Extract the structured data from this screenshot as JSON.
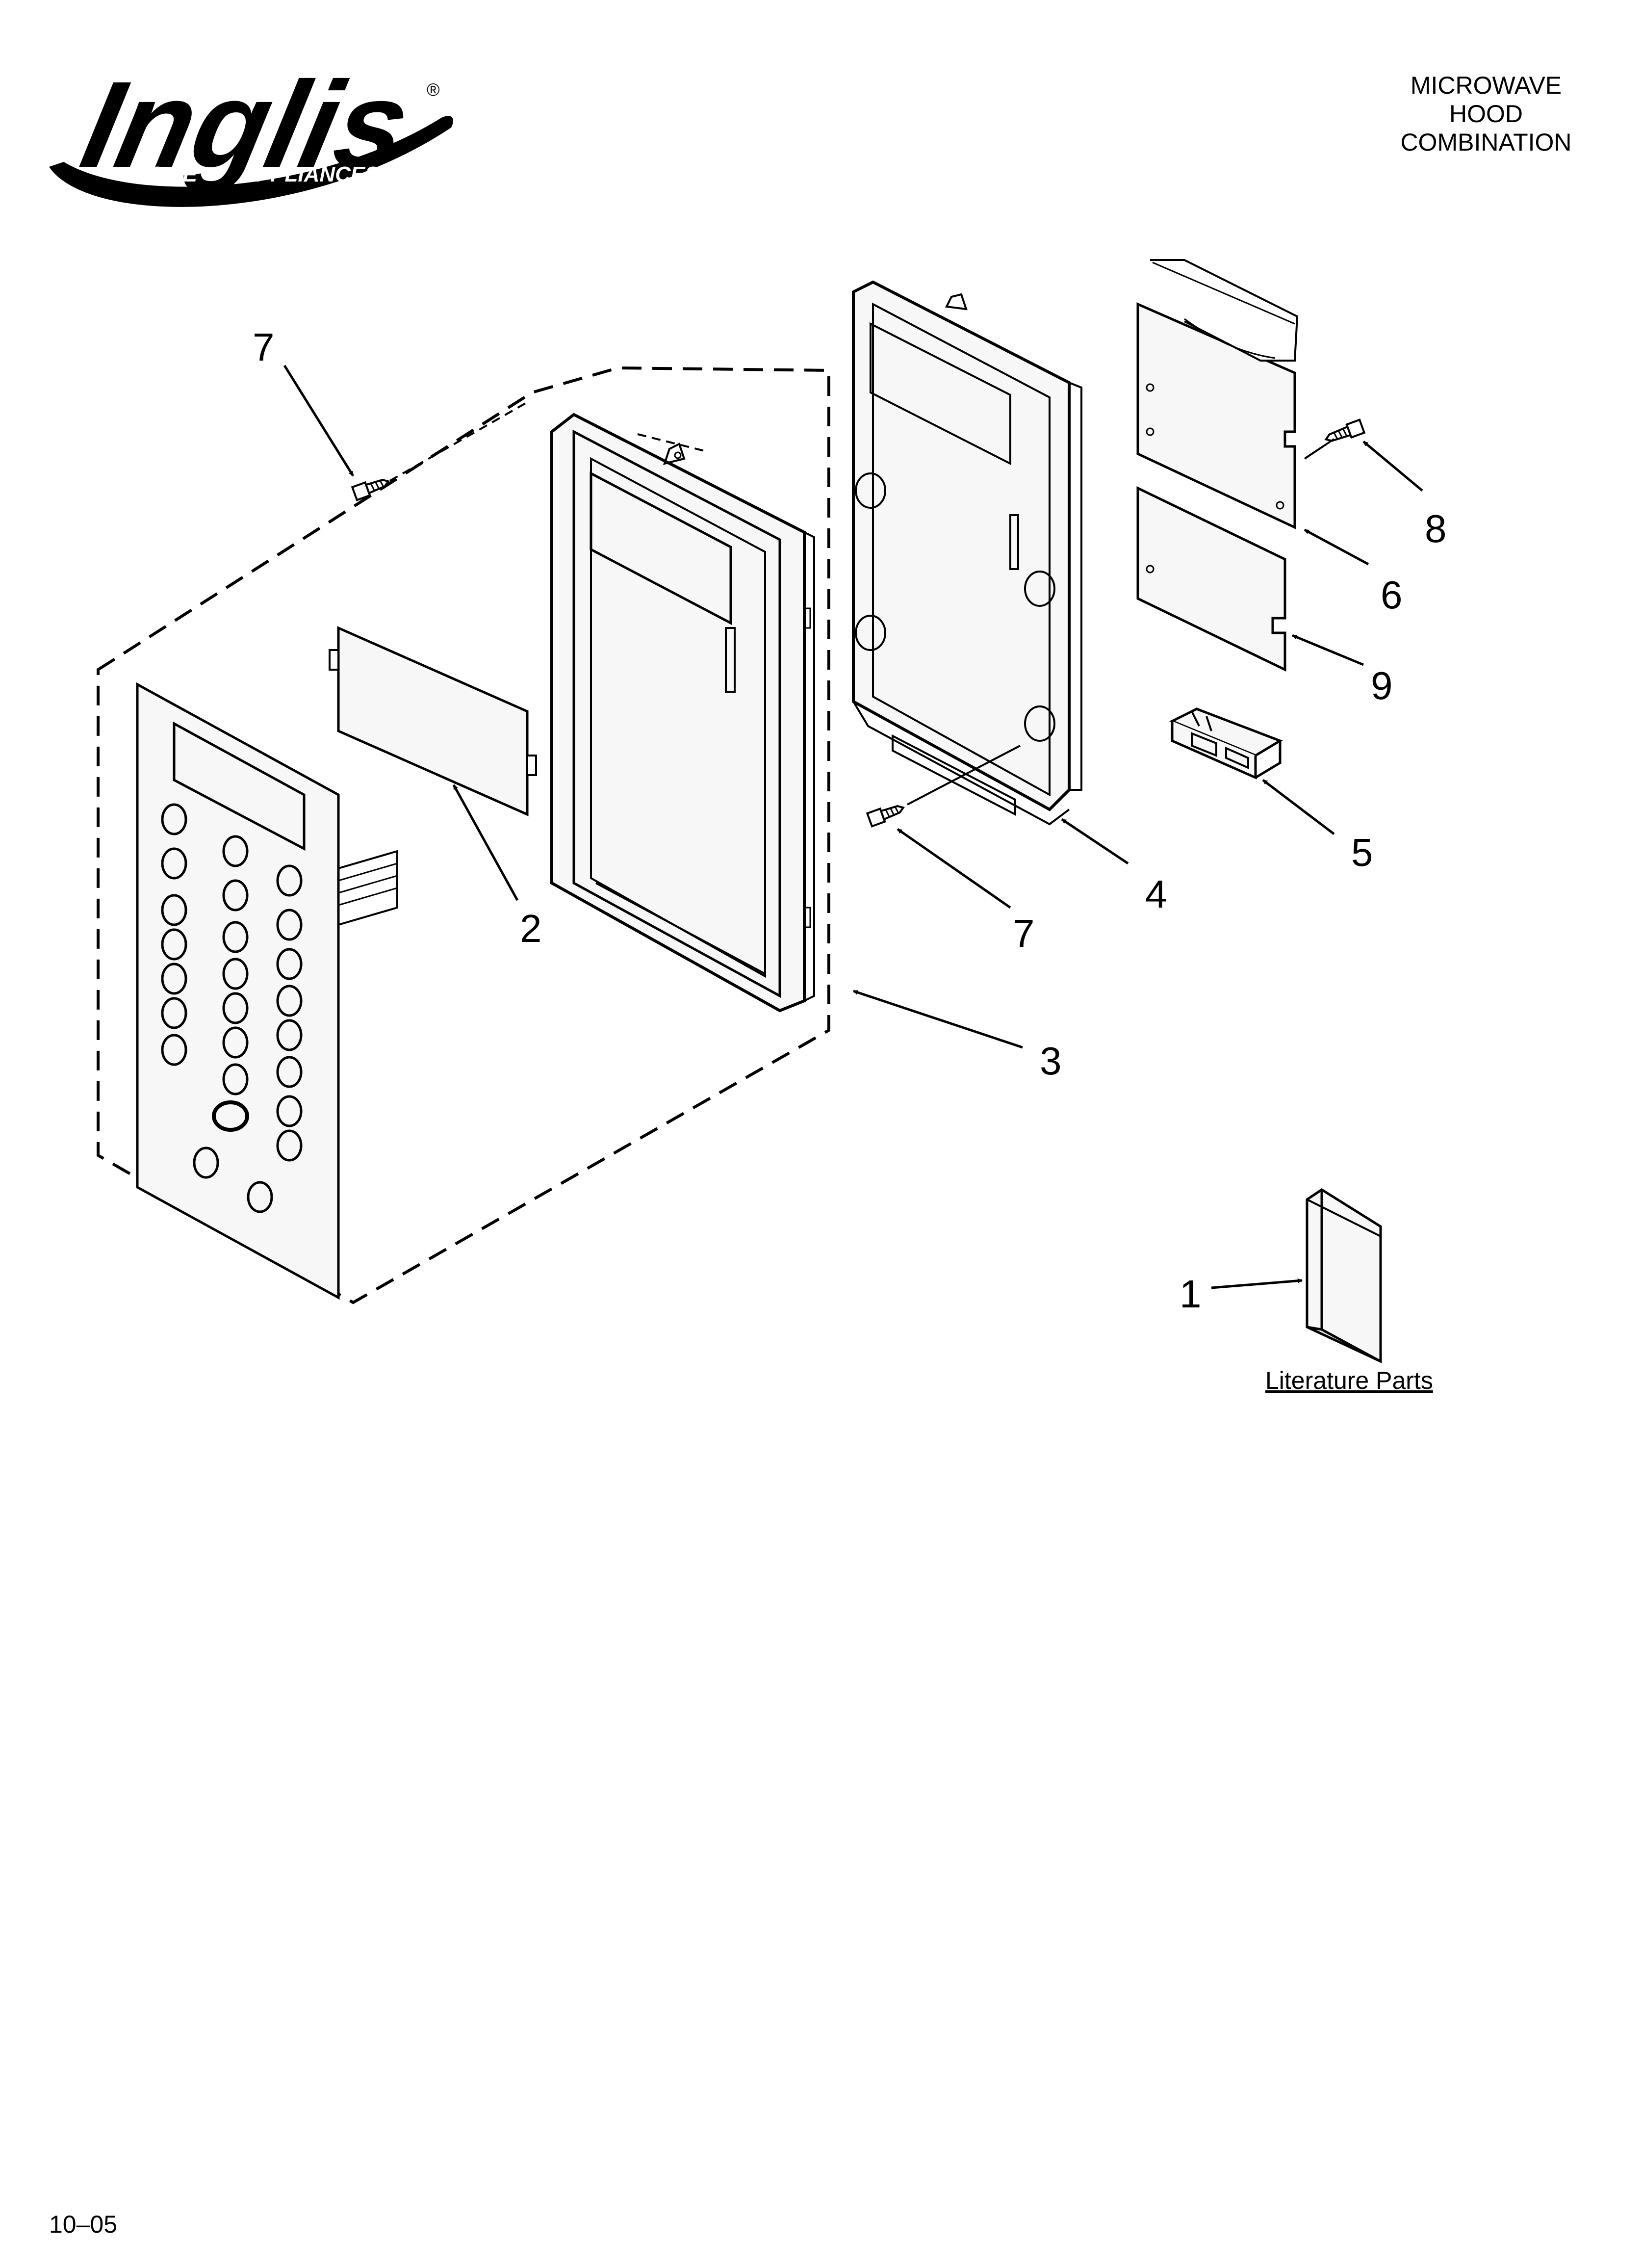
{
  "brand": {
    "name": "Inglis",
    "registered_mark": "®",
    "tagline_left": "HOME",
    "tagline_right": "APPLIANCES"
  },
  "header": {
    "title_lines": [
      "MICROWAVE",
      "HOOD",
      "COMBINATION"
    ]
  },
  "callouts": [
    {
      "id": "callout-7-top",
      "label": "7"
    },
    {
      "id": "callout-8",
      "label": "8"
    },
    {
      "id": "callout-6",
      "label": "6"
    },
    {
      "id": "callout-9",
      "label": "9"
    },
    {
      "id": "callout-5",
      "label": "5"
    },
    {
      "id": "callout-2",
      "label": "2"
    },
    {
      "id": "callout-4",
      "label": "4"
    },
    {
      "id": "callout-7-bottom",
      "label": "7"
    },
    {
      "id": "callout-3",
      "label": "3"
    },
    {
      "id": "callout-1",
      "label": "1"
    }
  ],
  "literature_label": "Literature Parts",
  "footer": {
    "code": "10–05"
  },
  "colors": {
    "ink": "#000000",
    "paper": "#ffffff",
    "part_fill": "#f4f4f4"
  }
}
